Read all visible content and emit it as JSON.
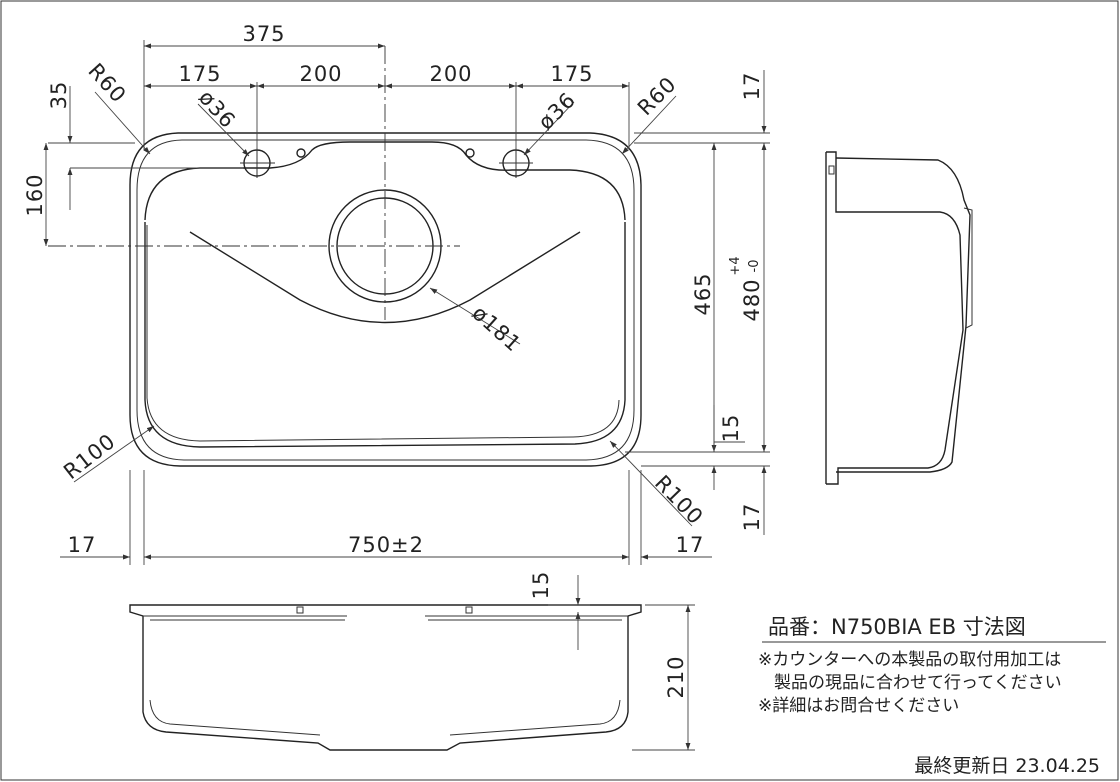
{
  "drawing": {
    "title": "品番：N750BIA EB 寸法図",
    "notes": [
      "※カウンターへの本製品の取付用加工は",
      "製品の現品に合わせて行ってください",
      "※詳細はお問合せください"
    ],
    "updated": "最終更新日 23.04.25"
  },
  "dimensions": {
    "overall_half_width": "375",
    "left_175": "175",
    "left_200": "200",
    "right_200": "200",
    "right_175": "175",
    "top_35": "35",
    "radius_60_left": "R60",
    "radius_60_right": "R60",
    "hole_36_left": "ø36",
    "hole_36_right": "ø36",
    "depth_160": "160",
    "drain_181": "ø181",
    "inner_465": "465",
    "outer_480": "480",
    "outer_480_tol_upper": "+4",
    "outer_480_tol_lower": "-0",
    "flange_17_top": "17",
    "flange_17_bottom": "17",
    "flange_15": "15",
    "radius_100_left": "R100",
    "radius_100_right": "R100",
    "flange_17_left": "17",
    "width_750": "750±2",
    "flange_17_right": "17",
    "front_15": "15",
    "height_210": "210"
  }
}
